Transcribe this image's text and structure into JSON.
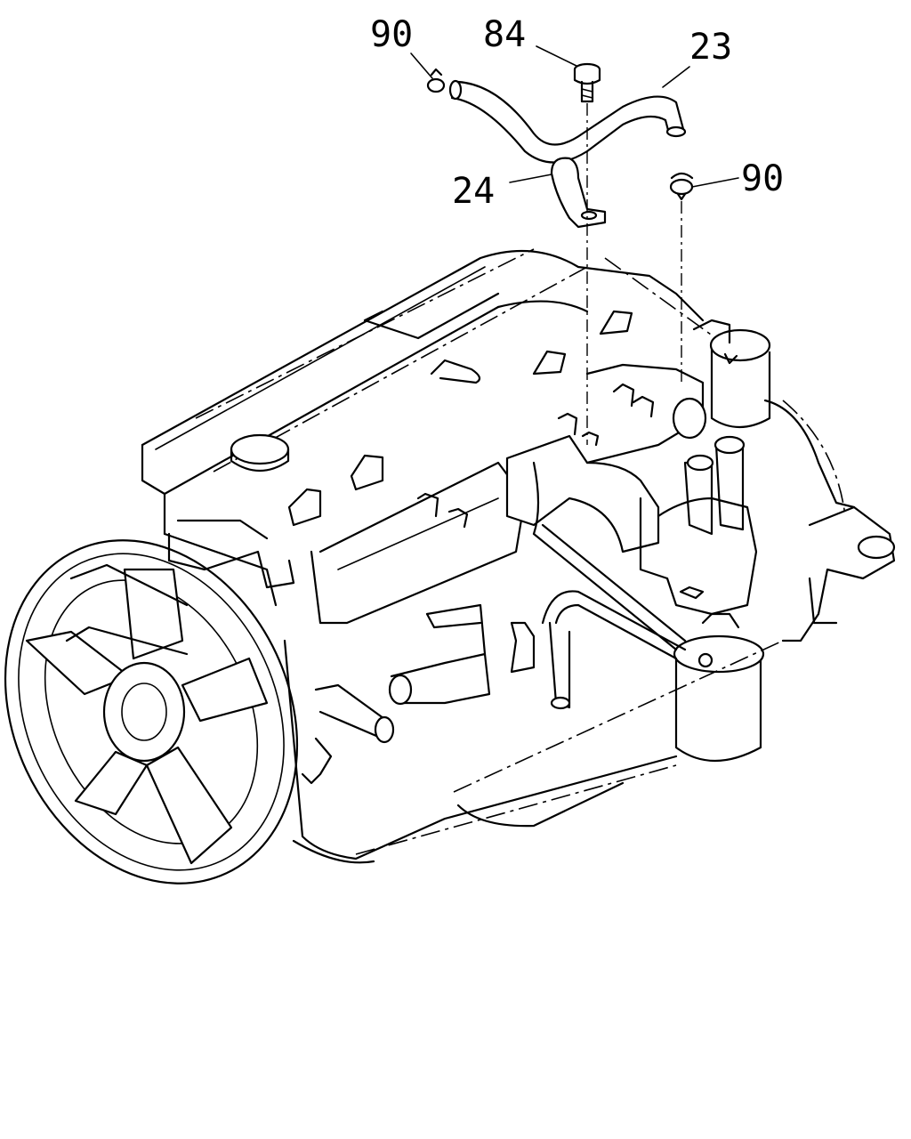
{
  "diagram": {
    "callouts": {
      "c90_top": "90",
      "c84": "84",
      "c23": "23",
      "c24": "24",
      "c90_right": "90"
    }
  }
}
